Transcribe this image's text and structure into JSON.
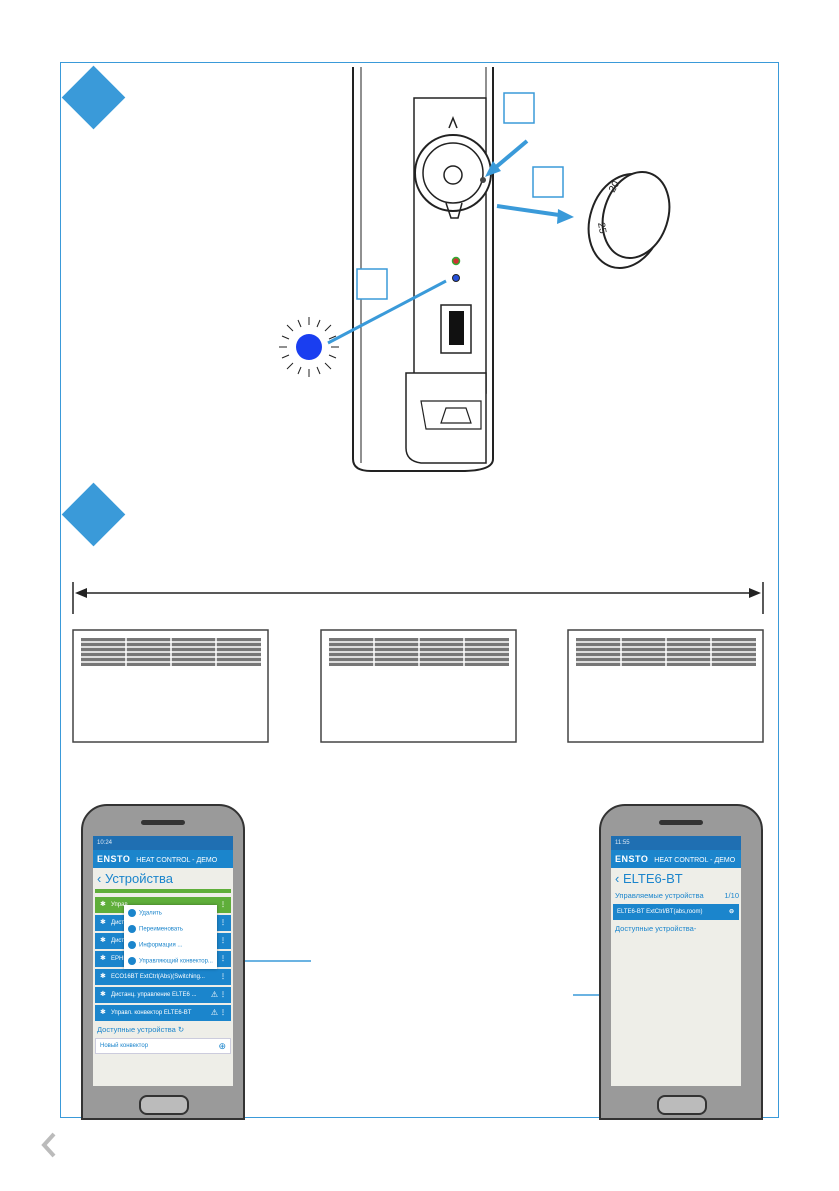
{
  "page": {
    "back_icon": "chevron-left-icon"
  },
  "panel1": {
    "step_marker_color": "#3a9ad9",
    "led_color": "#1a3ef0"
  },
  "panel2": {
    "step_marker_color": "#3a9ad9"
  },
  "phone_left": {
    "status_time": "10:24",
    "app_logo": "ENSTO",
    "app_title": "HEAT CONTROL - ДЕМО",
    "page_title": "Устройства",
    "menu": [
      "Удалить",
      "Переименовать",
      "Информация ...",
      "Управляющий конвектор..."
    ],
    "devices": [
      {
        "label": "Управ",
        "color": "green",
        "warn": false
      },
      {
        "label": "Дистан",
        "color": "blue",
        "warn": false
      },
      {
        "label": "Дистан",
        "color": "blue",
        "warn": false
      },
      {
        "label": "EPHBS-BT ExtCtrl(Relä)",
        "color": "blue",
        "warn": false
      },
      {
        "label": "ECO16BT ExtCtrl(Abs)(Switching...",
        "color": "blue",
        "warn": false
      },
      {
        "label": "Дистанц. управление ELTE6 ...",
        "color": "blue",
        "warn": true
      },
      {
        "label": "Управл. конвектор ELTE6-BT",
        "color": "blue",
        "warn": true
      }
    ],
    "available_label": "Доступные устройства",
    "new_convector": "Новый конвектор"
  },
  "phone_right": {
    "status_time": "11:55",
    "app_logo": "ENSTO",
    "app_title": "HEAT CONTROL - ДЕМО",
    "page_title": "ELTE6-BT",
    "managed_label": "Управляемые устройства",
    "managed_count": "1/10",
    "managed_device": "ELTE6-BT ExtCtrl/BT(abs,room)",
    "available_label": "Доступные устройства-"
  }
}
